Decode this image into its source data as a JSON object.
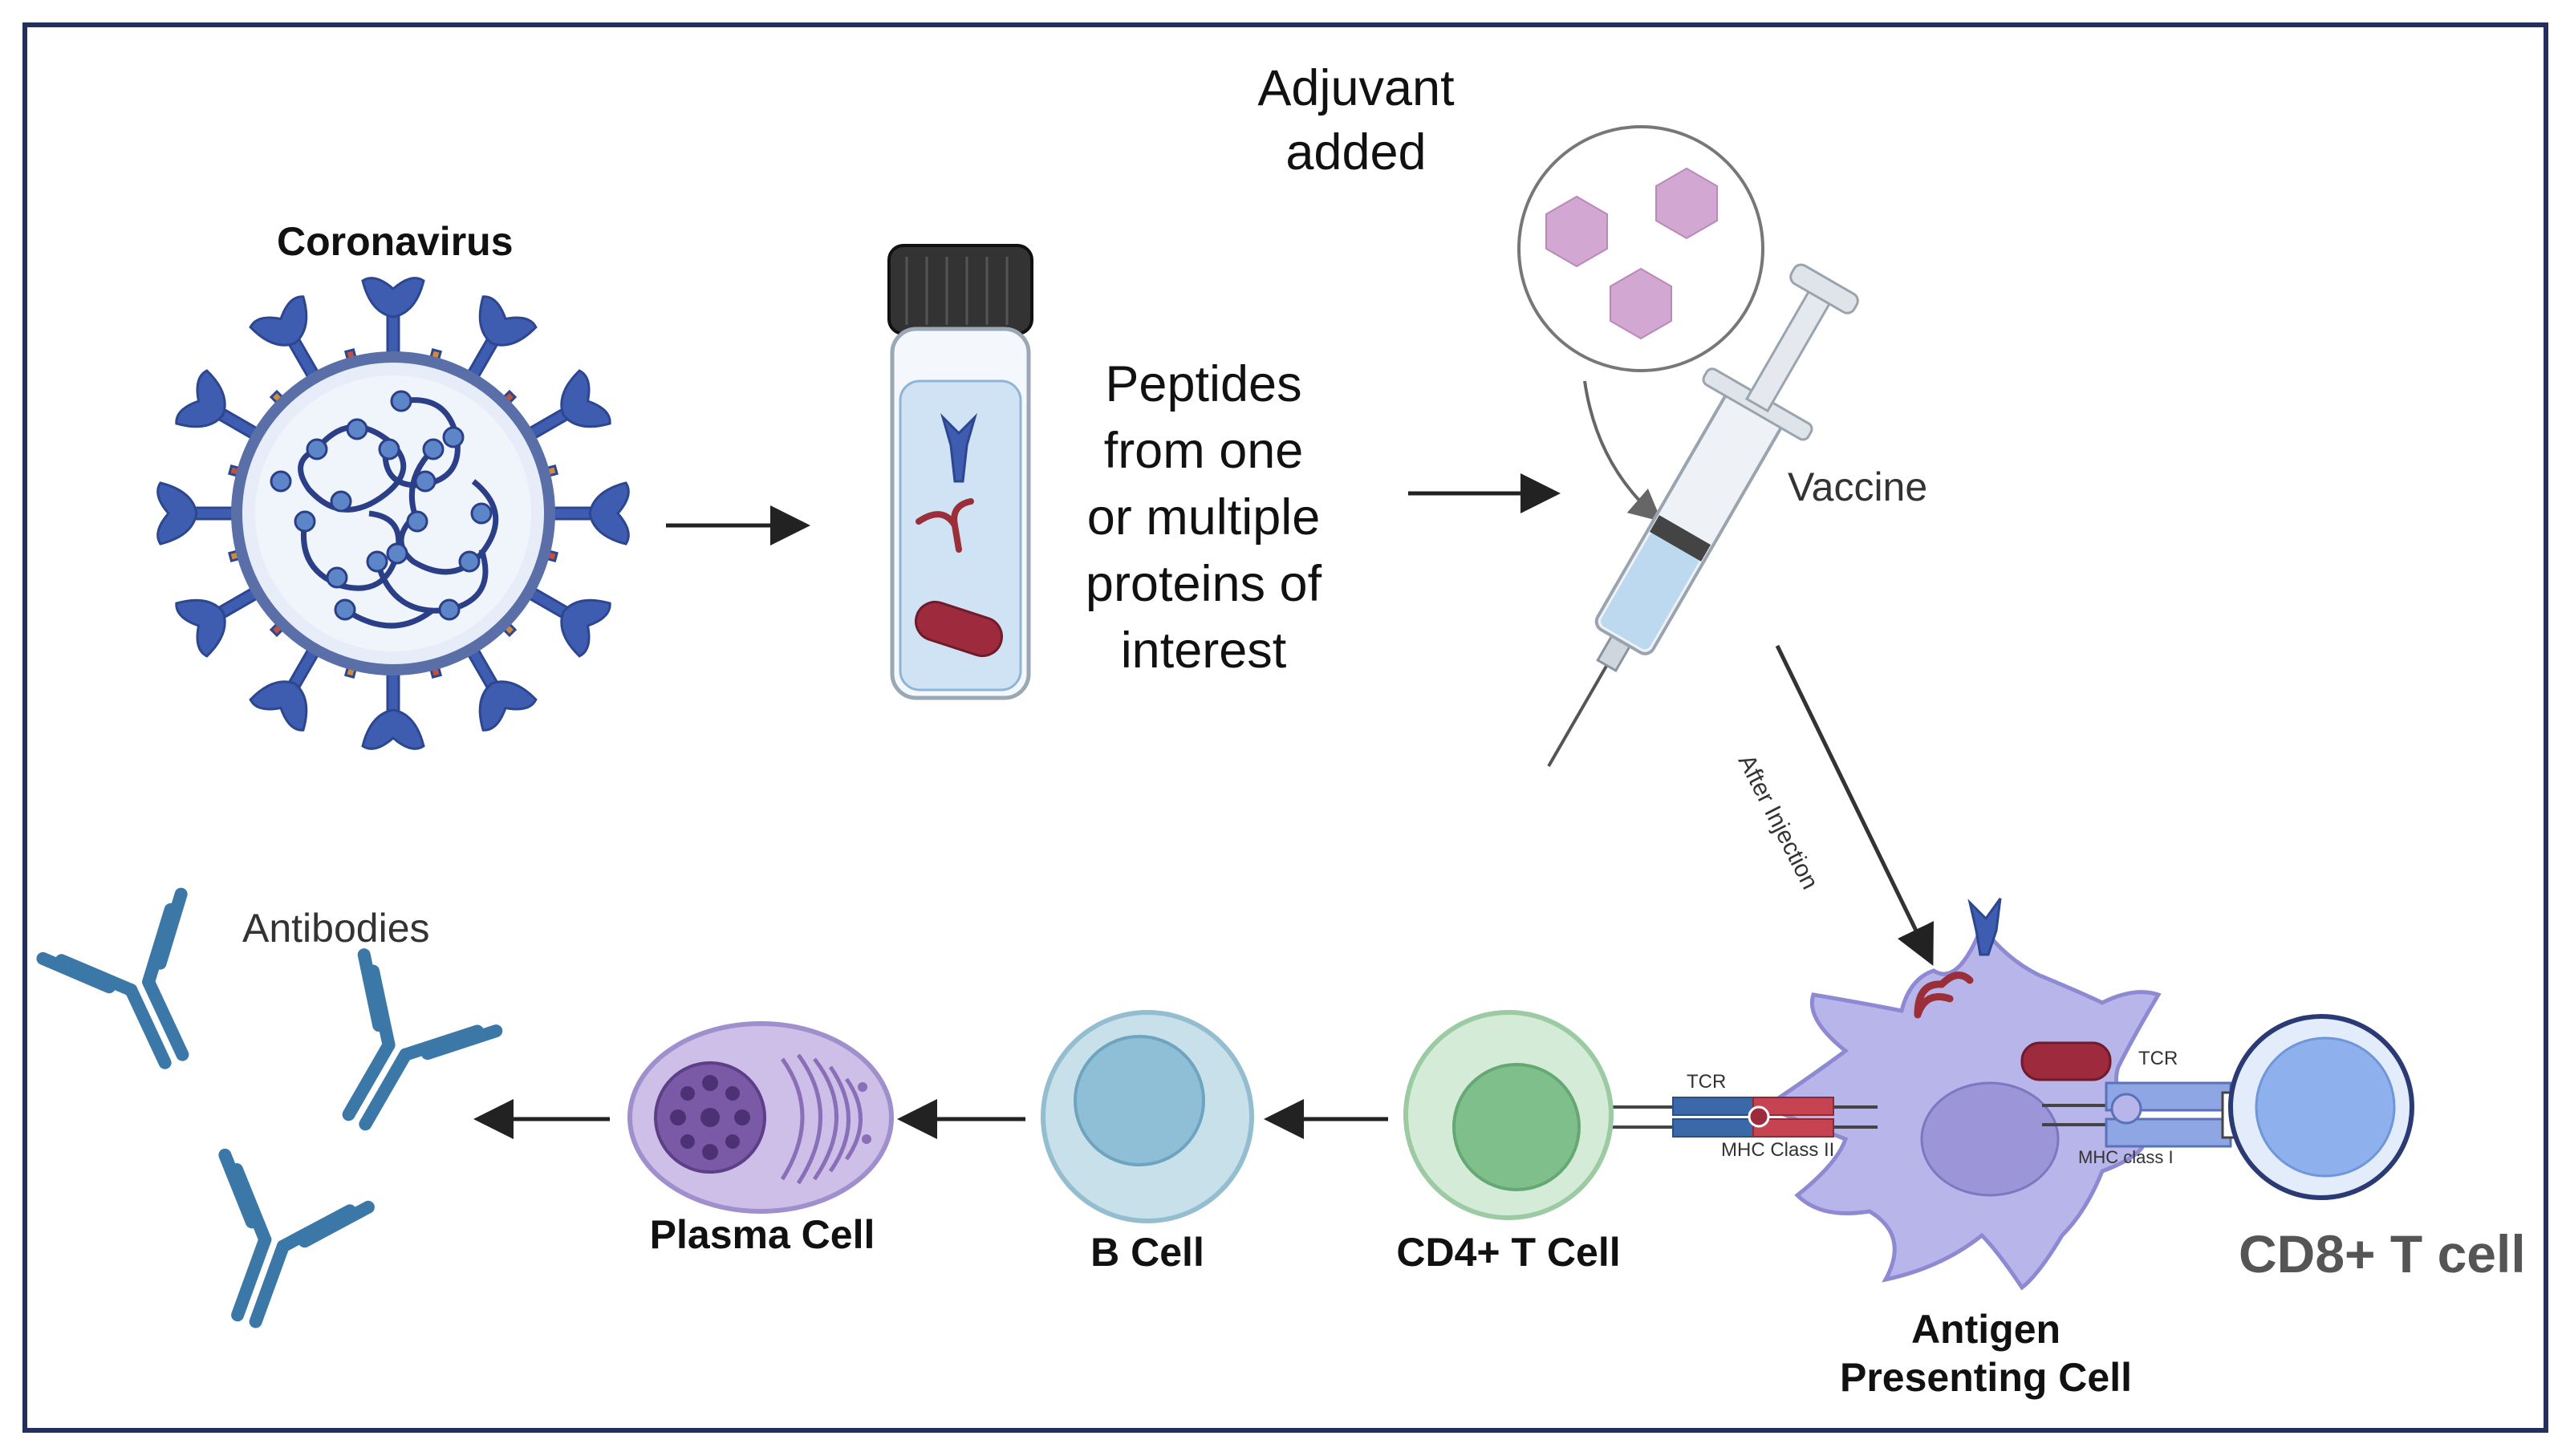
{
  "labels": {
    "coronavirus": "Coronavirus",
    "peptides": [
      "Peptides",
      "from one",
      "or multiple",
      "proteins of",
      "interest"
    ],
    "adjuvant": [
      "Adjuvant",
      "added"
    ],
    "vaccine": "Vaccine",
    "after_injection": "After Injection",
    "antibodies": "Antibodies",
    "plasma_cell": "Plasma Cell",
    "b_cell": "B Cell",
    "cd4_t_cell": "CD4+ T Cell",
    "apc": [
      "Antigen",
      "Presenting Cell"
    ],
    "cd8_t_cell": "CD8+ T cell",
    "tcr_left": "TCR",
    "mhc_class_ii": "MHC Class II",
    "tcr_right": "TCR",
    "mhc_class_i": "MHC class I"
  },
  "colors": {
    "frame": "#23305e",
    "virus_spike": "#3f5db0",
    "virus_body": "#e6edf8",
    "vial_liquid": "#cfe3f5",
    "adjuvant_particle": "#d2a8d2",
    "antibody": "#3b78a8",
    "plasma_cell": "#b7a3d9",
    "b_cell": "#a9cfe0",
    "cd4_cell": "#b8ddc0",
    "apc": "#b8b5ea",
    "cd8_cell": "#8eb1ee"
  }
}
